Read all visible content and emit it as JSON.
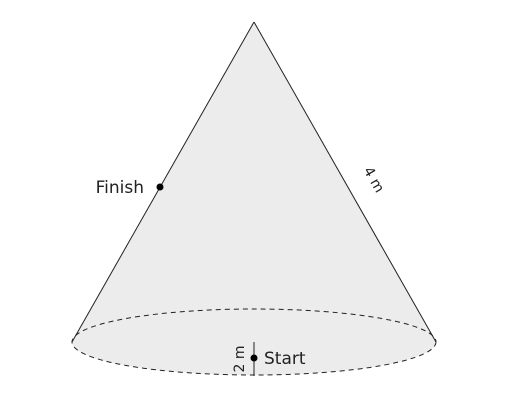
{
  "labels": {
    "finish": "Finish",
    "start": "Start"
  },
  "dimensions": {
    "slant_height": "4 m",
    "radius": "2 m"
  },
  "colors": {
    "cone_fill": "#ececec",
    "stroke": "#222222",
    "point": "#000000"
  }
}
